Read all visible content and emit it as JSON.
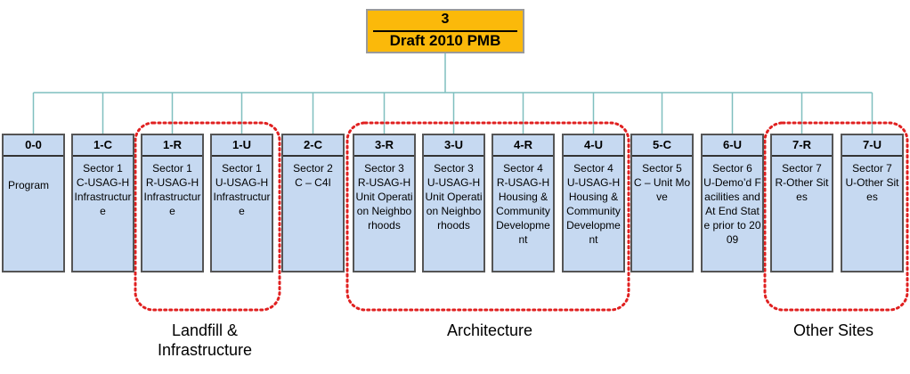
{
  "root": {
    "id": "3",
    "title": "Draft 2010 PMB"
  },
  "nodes": [
    {
      "id": "0-0",
      "text": "Program"
    },
    {
      "id": "1-C",
      "text": "Sector 1\nC-USAG-H Infrastructure"
    },
    {
      "id": "1-R",
      "text": "Sector 1\nR-USAG-H Infrastructure"
    },
    {
      "id": "1-U",
      "text": "Sector 1\nU-USAG-H Infrastructure"
    },
    {
      "id": "2-C",
      "text": "Sector 2\nC – C4I"
    },
    {
      "id": "3-R",
      "text": "Sector 3\nR-USAG-H Unit Operation Neighborhoods"
    },
    {
      "id": "3-U",
      "text": "Sector 3\nU-USAG-H Unit Operation Neighborhoods"
    },
    {
      "id": "4-R",
      "text": "Sector 4\nR-USAG-H Housing & Community Development"
    },
    {
      "id": "4-U",
      "text": "Sector 4\nU-USAG-H Housing & Community Development"
    },
    {
      "id": "5-C",
      "text": "Sector 5\nC – Unit Move"
    },
    {
      "id": "6-U",
      "text": "Sector 6\nU-Demo’d Facilities and At End State prior to 2009"
    },
    {
      "id": "7-R",
      "text": "Sector 7\nR-Other Sites"
    },
    {
      "id": "7-U",
      "text": "Sector 7\nU-Other Sites"
    }
  ],
  "groups": [
    {
      "label": "Landfill &\nInfrastructure"
    },
    {
      "label": "Architecture"
    },
    {
      "label": "Other Sites"
    }
  ],
  "colors": {
    "root_fill": "#fbb90a",
    "node_fill": "#c6d9f1",
    "connector": "#7fbfbf",
    "group_outline": "#e02020"
  }
}
